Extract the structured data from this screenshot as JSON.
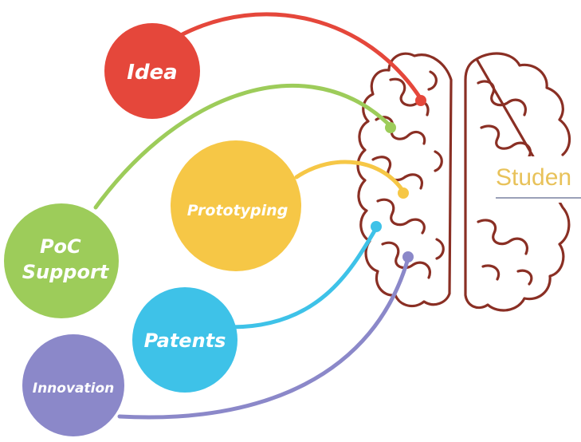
{
  "nodes": [
    {
      "id": "idea",
      "label_lines": [
        "Idea"
      ],
      "color": "#e5473b"
    },
    {
      "id": "poc",
      "label_lines": [
        "PoC",
        "Support"
      ],
      "color": "#9dcc5a"
    },
    {
      "id": "prototyping",
      "label_lines": [
        "Prototyping"
      ],
      "color": "#f6c746"
    },
    {
      "id": "patents",
      "label_lines": [
        "Patents"
      ],
      "color": "#3ec2e8"
    },
    {
      "id": "innovation",
      "label_lines": [
        "Innovation"
      ],
      "color": "#8b88c9"
    }
  ],
  "brain": {
    "stroke_color": "#8a2f24",
    "label": "Studen",
    "label_color": "#e8c25a",
    "underline_color": "#9aa0b8"
  }
}
